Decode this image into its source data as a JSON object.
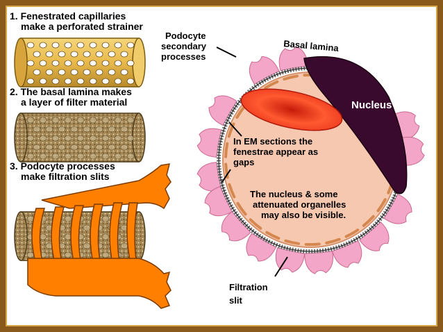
{
  "steps": [
    {
      "line1": "1. Fenestrated  capillaries",
      "line2": "make a perforated strainer"
    },
    {
      "line1": "2. The basal lamina makes",
      "line2": "a layer of filter material"
    },
    {
      "line1": "3. Podocyte processes",
      "line2": "make filtration slits"
    }
  ],
  "labels": {
    "podocyte": [
      "Podocyte",
      "secondary",
      "processes"
    ],
    "basal_lamina": "Basal lamina",
    "nucleus": "Nucleus",
    "em_sections": [
      "In EM sections the",
      "fenestrae appear as",
      "gaps"
    ],
    "organelles": [
      "The nucleus & some",
      "attenuated organelles",
      "may also be visible."
    ],
    "filtration": [
      "Filtration",
      "slit"
    ]
  },
  "colors": {
    "cylinder": "#e8b94c",
    "lamina_fill": "#b59a6a",
    "podocyte_process": "#ff7f00",
    "cell": "#f7c8b0",
    "podocyte_pink": "#f4a6c8",
    "nucleus": "#3a0a2e",
    "rbc": "#e8341c",
    "frame": "#8a5a1c"
  }
}
